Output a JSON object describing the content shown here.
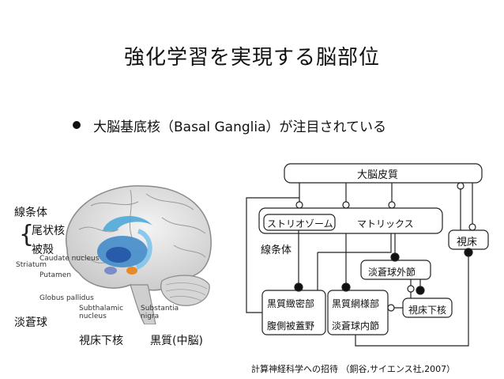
{
  "slide": {
    "title": "強化学習を実現する脳部位",
    "bullet": "大脳基底核（Basal Ganglia）が注目されている"
  },
  "brain_figure": {
    "labels": {
      "striatum_jp": "線条体",
      "caudate_jp": "尾状核",
      "putamen_jp": "被殻",
      "globus_pallidus_jp": "淡蒼球",
      "subthalamic_jp": "視床下核",
      "substantia_nigra_jp": "黒質(中脳)"
    },
    "english_labels": {
      "striatum": "Striatum",
      "caudate": "Caudate nucleus",
      "putamen": "Putamen",
      "globus_pallidus": "Globus pallidus",
      "subthalamic": "Subthalamic nucleus",
      "substantia_nigra": "Substantia nigra"
    }
  },
  "circuit": {
    "cortex": "大脳皮質",
    "striosome": "ストリオゾーム",
    "matrix": "マトリックス",
    "striatum": "線条体",
    "thalamus": "視床",
    "gpe": "淡蒼球外節",
    "snc_line1": "黒質緻密部",
    "snc_line2": "腹側被蓋野",
    "snr_line1": "黒質網様部",
    "snr_line2": "淡蒼球内節",
    "stn": "視床下核"
  },
  "citation": "計算神経科学への招待 （銅谷,サイエンス社,2007）"
}
